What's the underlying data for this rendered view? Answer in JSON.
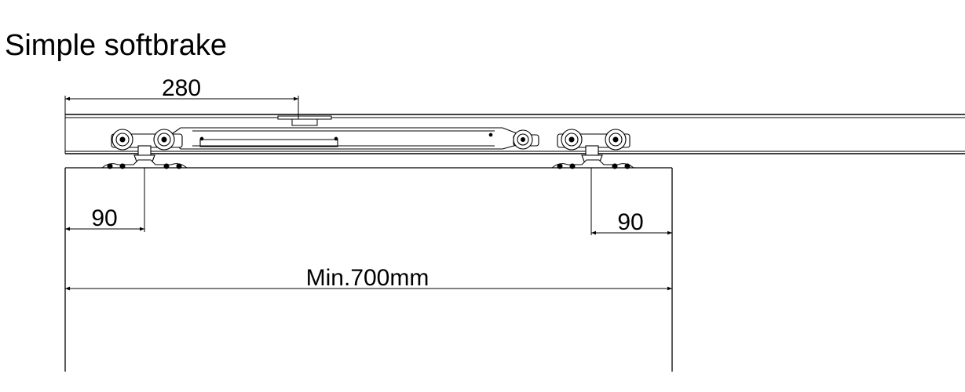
{
  "title": "Simple softbrake",
  "dimensions": {
    "track_offset": "280",
    "left_hanger_offset": "90",
    "right_hanger_offset": "90",
    "min_width": "Min.700mm"
  }
}
